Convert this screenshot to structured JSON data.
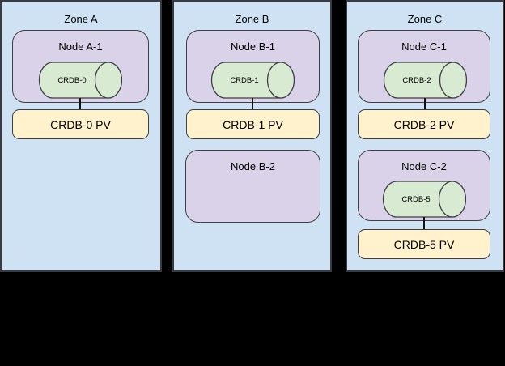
{
  "diagram": {
    "background_color": "#000000",
    "zone_fill": "#cfe2f3",
    "node_fill": "#d9d2e9",
    "pod_fill": "#d9ead3",
    "pv_fill": "#fff2cc",
    "border_color": "#3f3f46"
  },
  "zones": [
    {
      "title": "Zone A",
      "node1_label": "Node A-1",
      "pod1_label": "CRDB-0",
      "pv1_label": "CRDB-0 PV"
    },
    {
      "title": "Zone B",
      "node1_label": "Node B-1",
      "pod1_label": "CRDB-1",
      "pv1_label": "CRDB-1 PV",
      "node2_label": "Node B-2"
    },
    {
      "title": "Zone C",
      "node1_label": "Node C-1",
      "pod1_label": "CRDB-2",
      "pv1_label": "CRDB-2 PV",
      "node2_label": "Node C-2",
      "pod2_label": "CRDB-5",
      "pv2_label": "CRDB-5 PV"
    }
  ]
}
